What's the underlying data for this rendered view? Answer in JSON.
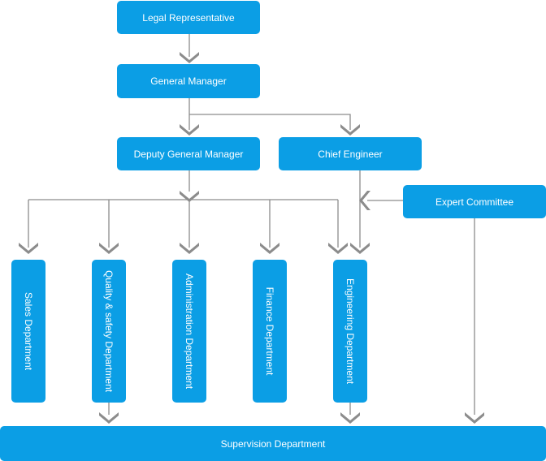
{
  "nodes": {
    "legal_representative": "Legal Representative",
    "general_manager": "General Manager",
    "deputy_general_manager": "Deputy General Manager",
    "chief_engineer": "Chief Engineer",
    "expert_committee": "Expert Committee",
    "sales_department": "Sales Department",
    "quality_safety_department": "Quality & safety Department",
    "administration_department": "Administration Department",
    "finance_department": "Finance Department",
    "engineering_department": "Engineering Department",
    "supervision_department": "Supervision Department"
  },
  "colors": {
    "box": "#0b9ee5",
    "box_text": "#ffffff",
    "connector": "#8c8c8c"
  }
}
